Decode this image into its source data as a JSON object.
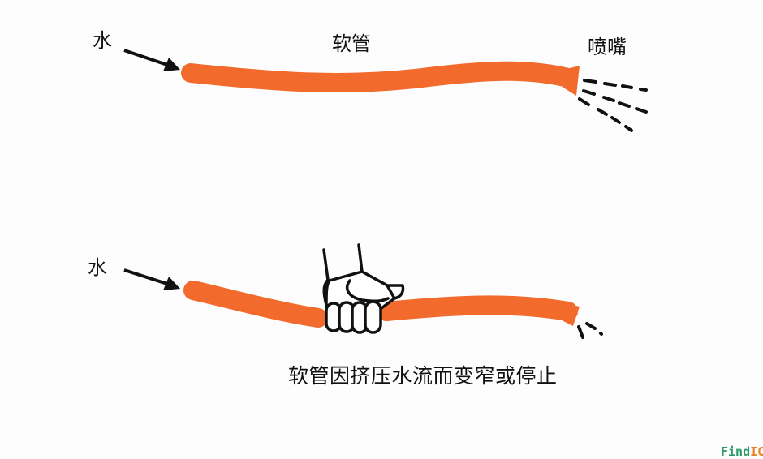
{
  "diagram": {
    "colors": {
      "hose": "#f26b2c",
      "ink": "#111111",
      "background": "#ffffff",
      "watermark_green": "#2a9a6a",
      "watermark_orange": "#f07f1e"
    },
    "top_panel": {
      "water_label": "水",
      "hose_label": "软管",
      "nozzle_label": "喷嘴",
      "icons": [
        "arrow-icon",
        "hose-icon",
        "water-spray-icon"
      ]
    },
    "bottom_panel": {
      "water_label": "水",
      "caption": "软管因挤压水流而变窄或停止",
      "icons": [
        "arrow-icon",
        "hose-icon",
        "hand-squeeze-icon",
        "water-drip-icon"
      ]
    },
    "watermark": {
      "part1": "Find",
      "part2": "IC"
    }
  }
}
